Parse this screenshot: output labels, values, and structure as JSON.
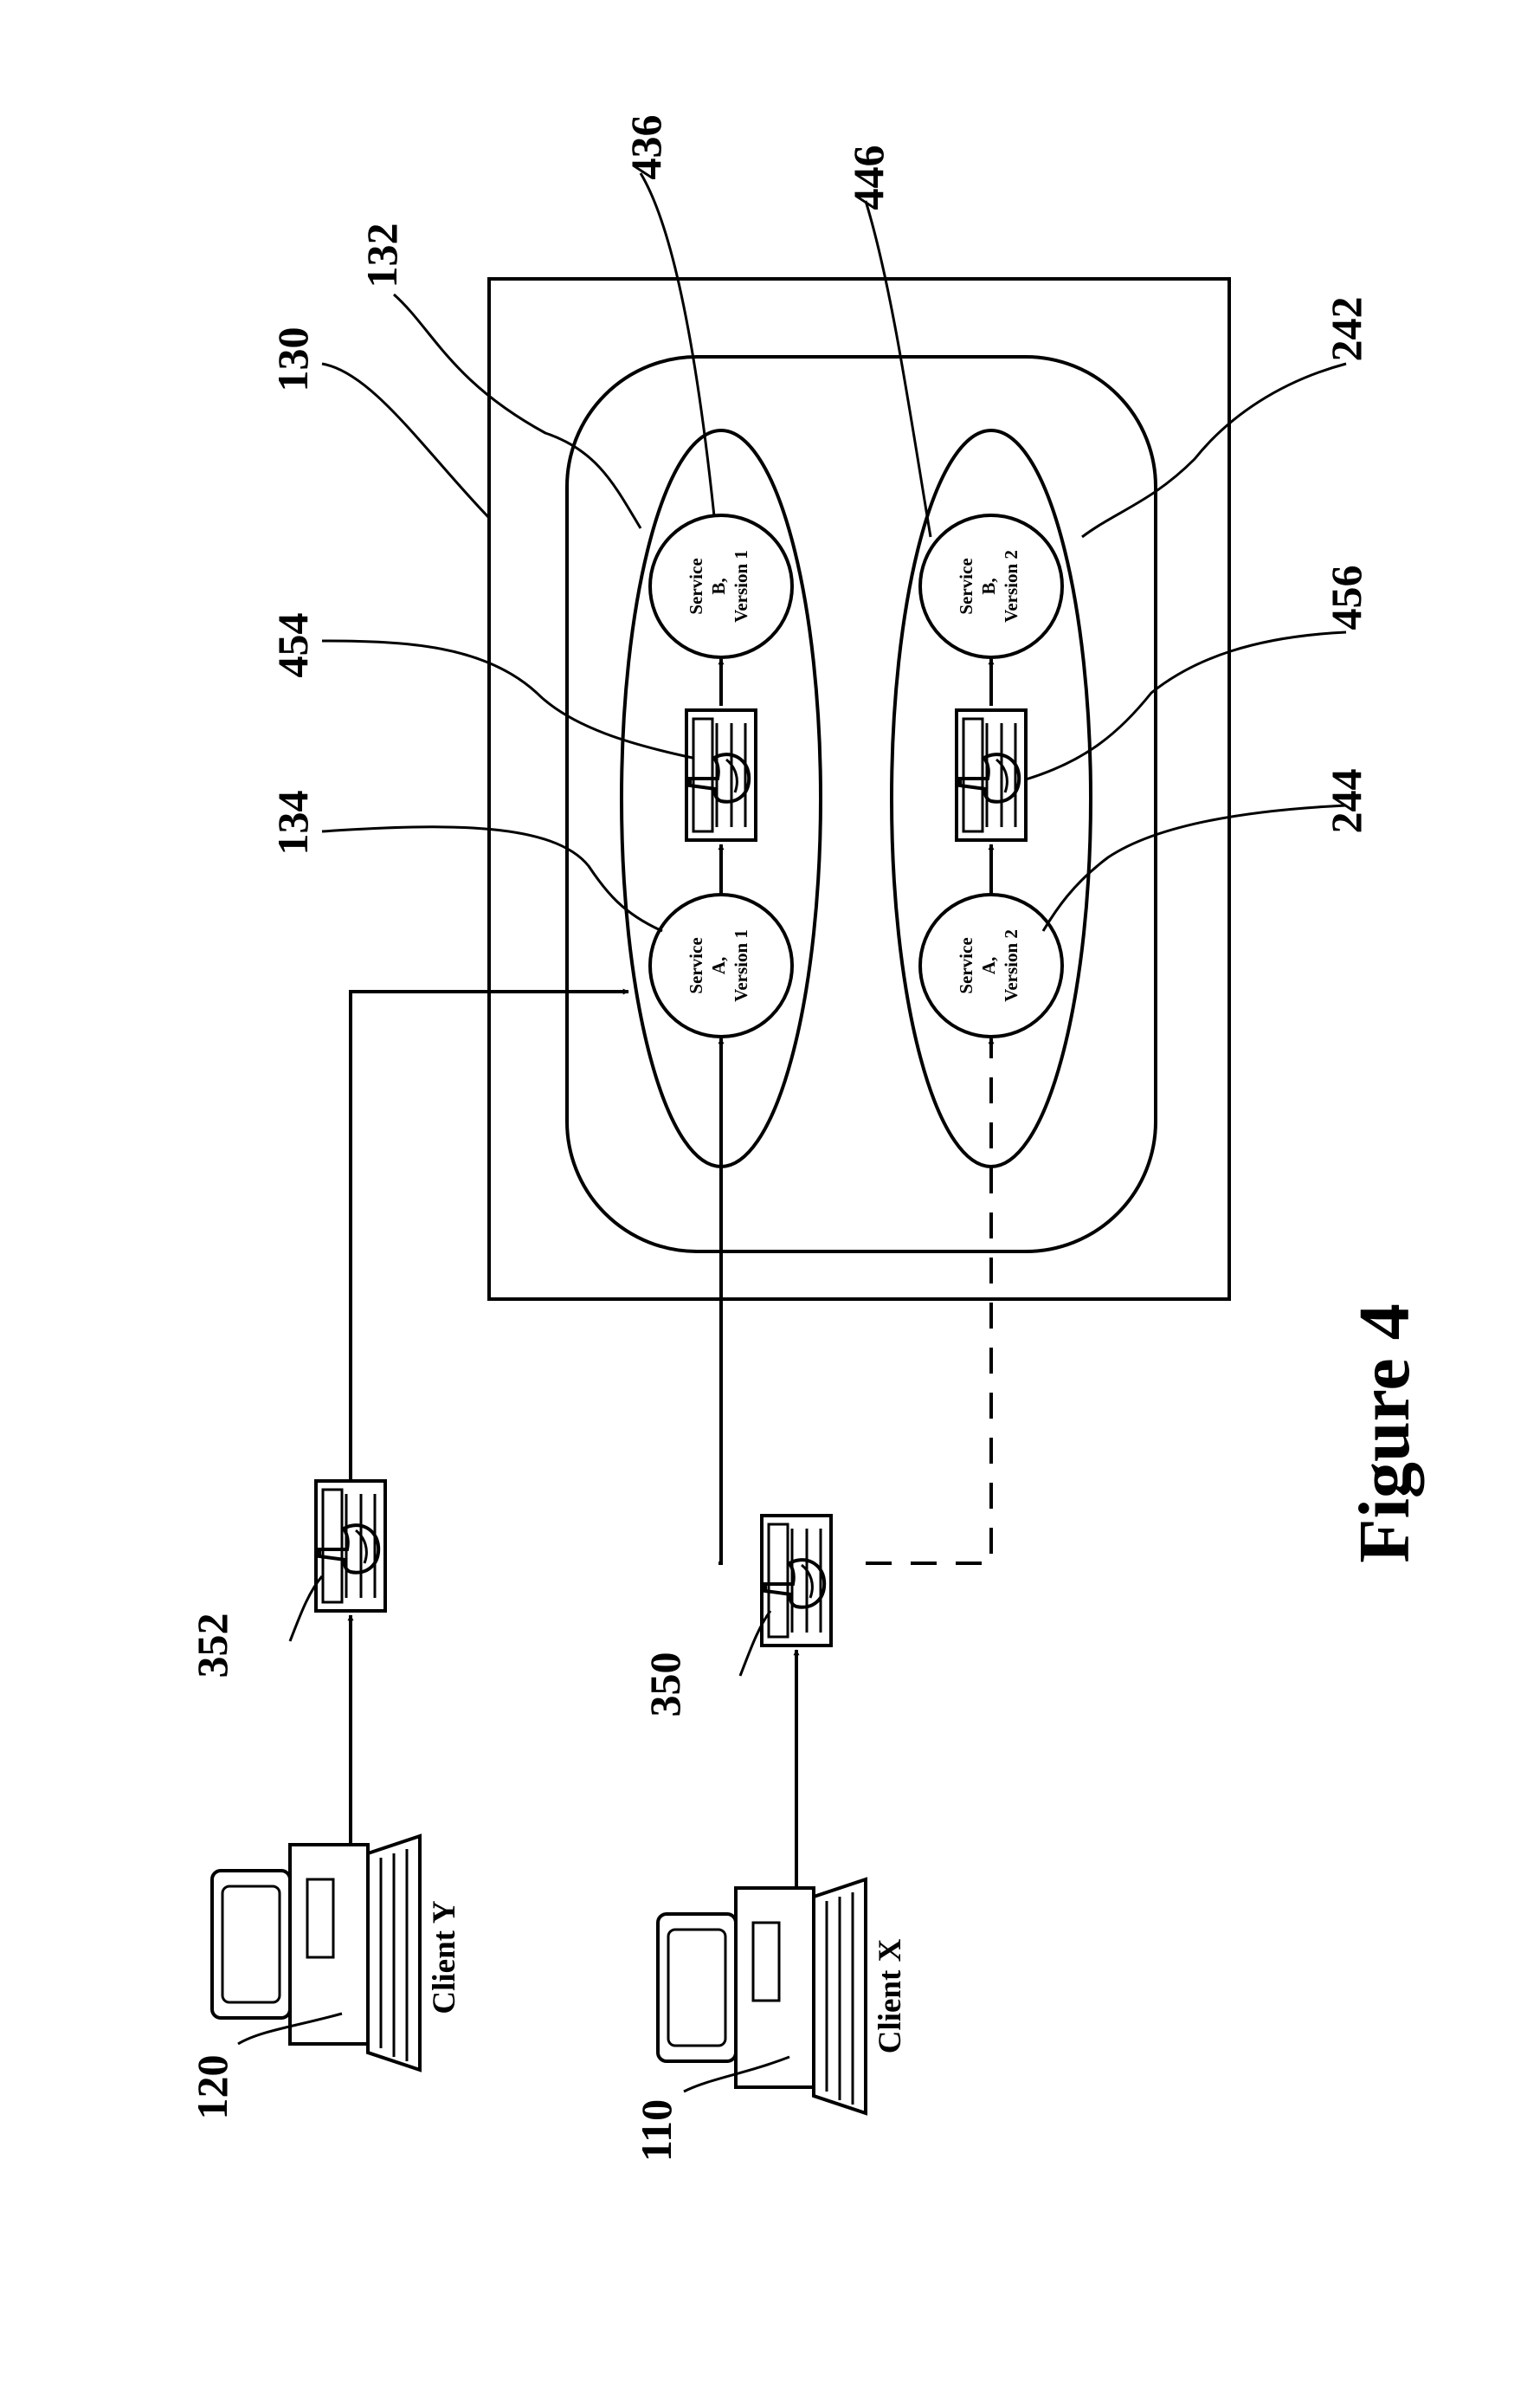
{
  "figure": {
    "caption": "Figure 4"
  },
  "clients": [
    {
      "ref": "120",
      "label": "Client Y"
    },
    {
      "ref": "110",
      "label": "Client X"
    }
  ],
  "proxies": [
    {
      "ref": "352"
    },
    {
      "ref": "350"
    }
  ],
  "container": {
    "outer_ref": "130",
    "version_sets": [
      {
        "ref": "132",
        "services": [
          {
            "ref": "134",
            "line1": "Service",
            "line2": "A,",
            "line3": "Version 1"
          },
          {
            "ref": "436",
            "line1": "Service",
            "line2": "B,",
            "line3": "Version 1"
          }
        ],
        "proxy_ref": "454"
      },
      {
        "ref": "242",
        "services": [
          {
            "ref": "244",
            "line1": "Service",
            "line2": "A,",
            "line3": "Version 2"
          },
          {
            "ref": "446",
            "line1": "Service",
            "line2": "B,",
            "line3": "Version 2"
          }
        ],
        "proxy_ref": "456"
      }
    ]
  },
  "colors": {
    "ink": "#000000",
    "paper": "#ffffff"
  }
}
